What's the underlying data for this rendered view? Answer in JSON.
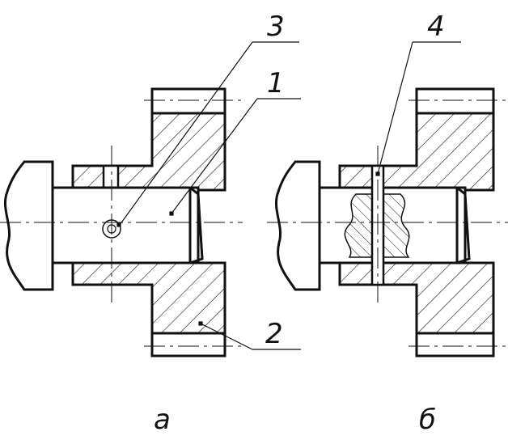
{
  "callouts": {
    "pin": "3",
    "shaft": "1",
    "hub": "2",
    "cross_pin": "4"
  },
  "captions": {
    "left": "а",
    "right": "б"
  },
  "colors": {
    "ink": "#111111",
    "background": "#ffffff"
  }
}
